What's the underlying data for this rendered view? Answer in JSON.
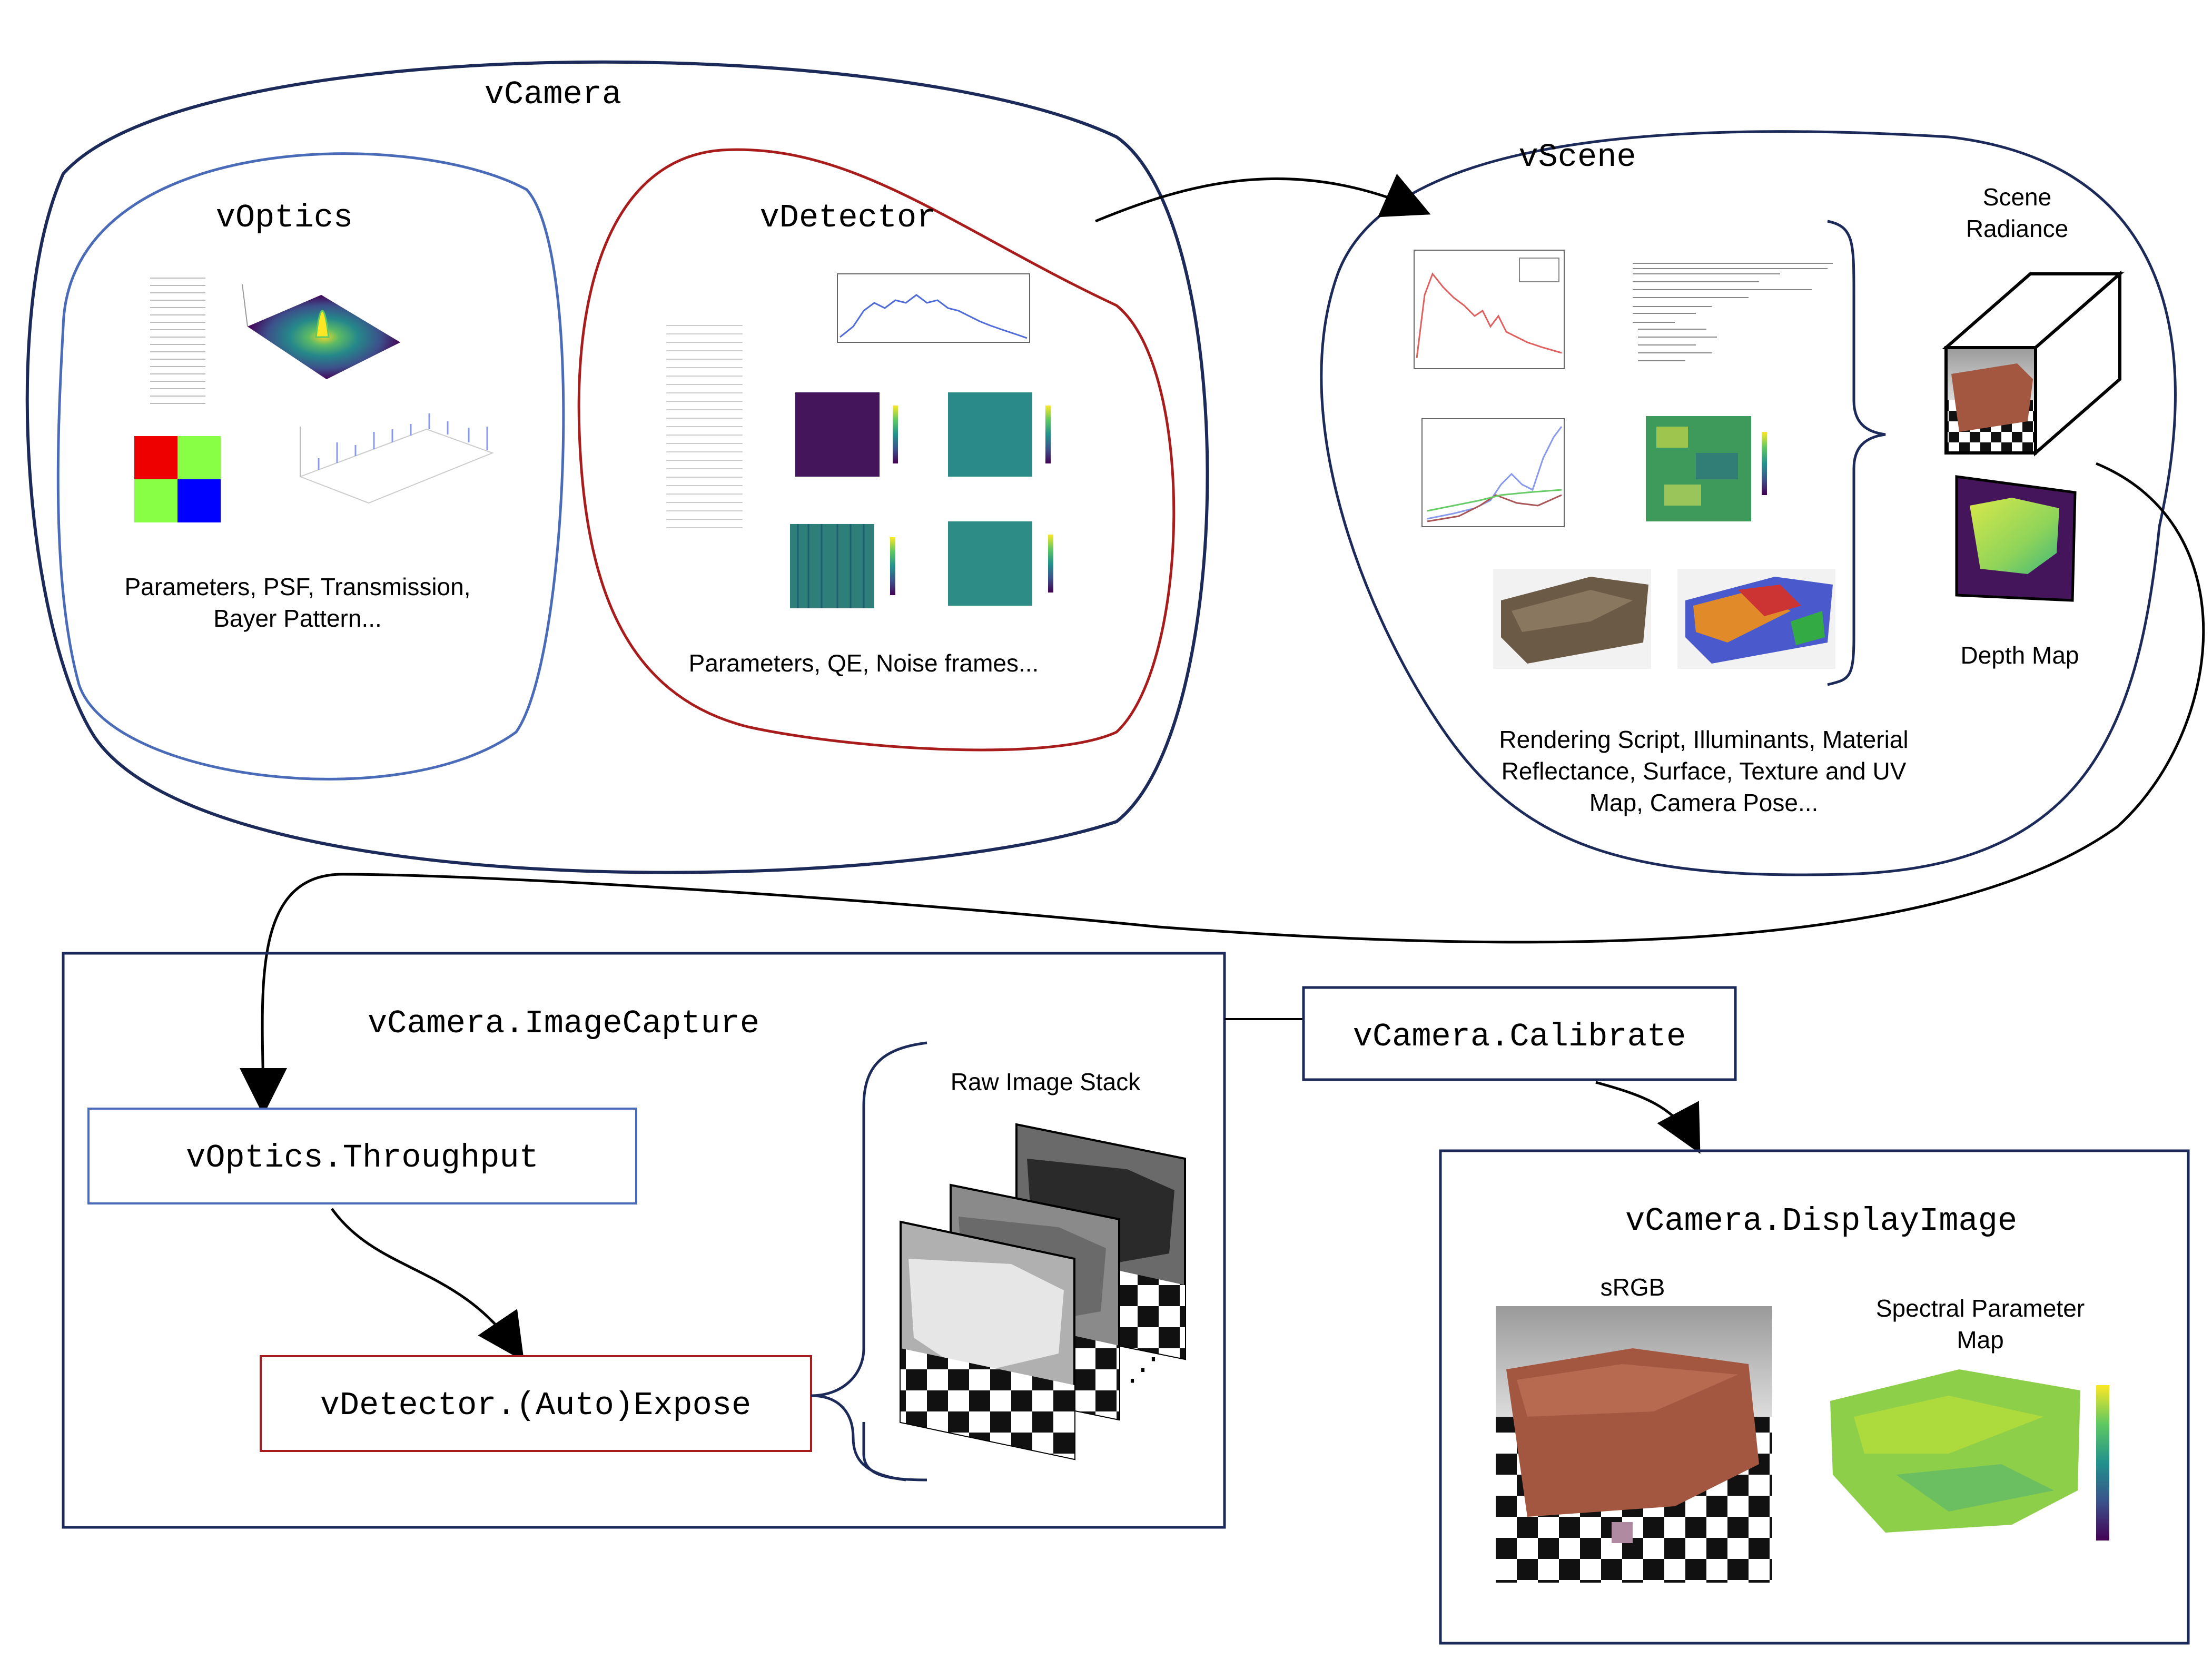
{
  "vcamera": {
    "title": "vCamera",
    "voptics": {
      "title": "vOptics",
      "caption_line1": "Parameters, PSF, Transmission,",
      "caption_line2": "Bayer Pattern..."
    },
    "vdetector": {
      "title": "vDetector",
      "caption": "Parameters, QE, Noise frames..."
    }
  },
  "vscene": {
    "title": "vScene",
    "scene_radiance_line1": "Scene",
    "scene_radiance_line2": "Radiance",
    "depth_map": "Depth Map",
    "caption_line1": "Rendering Script, Illuminants, Material",
    "caption_line2": "Reflectance, Surface, Texture and UV",
    "caption_line3": "Map, Camera Pose..."
  },
  "image_capture": {
    "title": "vCamera.ImageCapture",
    "throughput": "vOptics.Throughput",
    "expose": "vDetector.(Auto)Expose",
    "raw_stack": "Raw Image Stack",
    "ellipsis": "⋰"
  },
  "calibrate": {
    "title": "vCamera.Calibrate"
  },
  "display": {
    "title": "vCamera.DisplayImage",
    "srgb": "sRGB",
    "spectral_line1": "Spectral Parameter",
    "spectral_line2": "Map"
  },
  "colors": {
    "navy": "#1c2a5a",
    "blue": "#4a6bb8",
    "red": "#a81c1c",
    "viridis_dark": "#44155a",
    "viridis_teal": "#2a8a8a",
    "rock": "#a35640"
  }
}
